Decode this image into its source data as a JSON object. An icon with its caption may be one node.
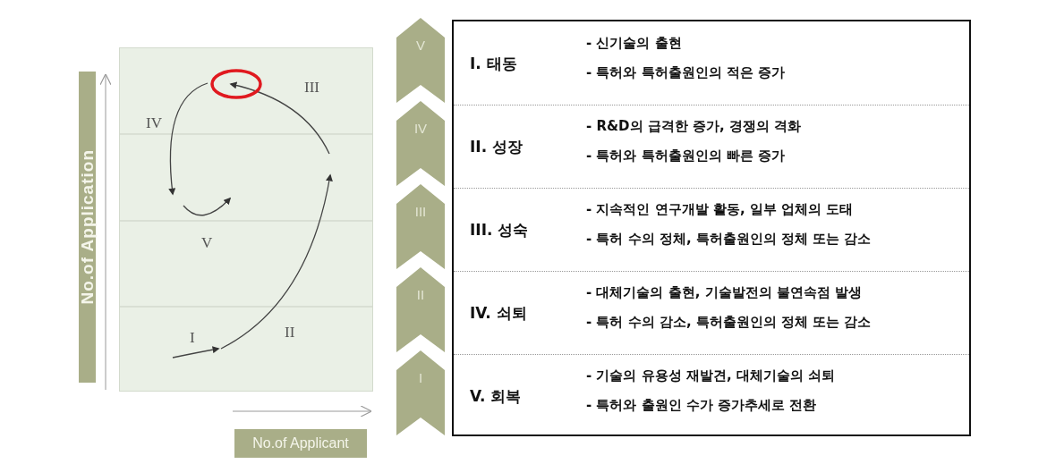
{
  "diagram": {
    "nodes": [
      {
        "text": [
          "No.of Application"
        ]
      },
      {
        "text": [
          "V"
        ]
      },
      {
        "text": [
          "IV"
        ]
      },
      {
        "text": [
          "III"
        ]
      },
      {
        "text": [
          "II"
        ]
      },
      {
        "text": [
          "I"
        ]
      },
      {
        "text": [
          "No.of Applicant"
        ]
      }
    ],
    "labels": [
      "III",
      "IV",
      "V",
      "II",
      "I",
      "I. 태동",
      "- 신기술의 출현",
      "- 특허와 특허출원인의 적은 증가",
      "II. 성장",
      "- R&D의 급격한 증가, 경쟁의 격화",
      "- 특허와 특허출원인의 빠른 증가",
      "III. 성숙",
      "- 지속적인 연구개발 활동, 일부 업체의 도태",
      "- 특허 수의 정체, 특허출원인의 정체 또는 감소",
      "IV. 쇠퇴",
      "- 대체기술의 출현, 기술발전의 불연속점 발생",
      "- 특허 수의 감소, 특허출원인의 정체 또는 감소",
      "V. 회복",
      "- 기술의 유용성 재발견, 대체기술의 쇠퇴",
      "- 특허와 출원인 수가 증가추세로 전환"
    ]
  }
}
